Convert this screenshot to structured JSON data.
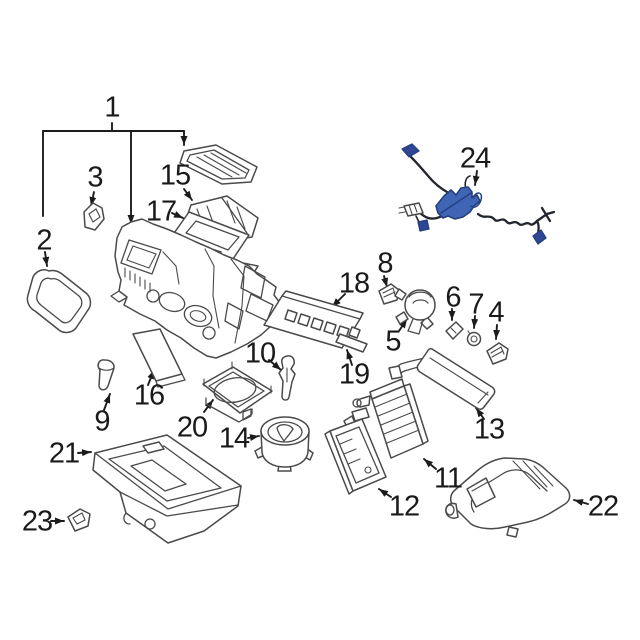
{
  "diagram": {
    "type": "exploded-parts-diagram",
    "subject": "automotive-hvac-assembly",
    "background_color": "#ffffff",
    "part_line_color": "#4a4a4a",
    "callout_color": "#1a1a1a",
    "highlight_part": {
      "label": "24",
      "fill": "#4065b5",
      "stroke": "#24407e",
      "connector_fill": "#2e4693"
    },
    "callouts": [
      {
        "text": "1"
      },
      {
        "text": "2"
      },
      {
        "text": "3"
      },
      {
        "text": "4"
      },
      {
        "text": "5"
      },
      {
        "text": "6"
      },
      {
        "text": "7"
      },
      {
        "text": "8"
      },
      {
        "text": "9"
      },
      {
        "text": "10"
      },
      {
        "text": "11"
      },
      {
        "text": "12"
      },
      {
        "text": "13"
      },
      {
        "text": "14"
      },
      {
        "text": "15"
      },
      {
        "text": "16"
      },
      {
        "text": "17"
      },
      {
        "text": "18"
      },
      {
        "text": "19"
      },
      {
        "text": "20"
      },
      {
        "text": "21"
      },
      {
        "text": "22"
      },
      {
        "text": "23"
      },
      {
        "text": "24"
      }
    ]
  }
}
